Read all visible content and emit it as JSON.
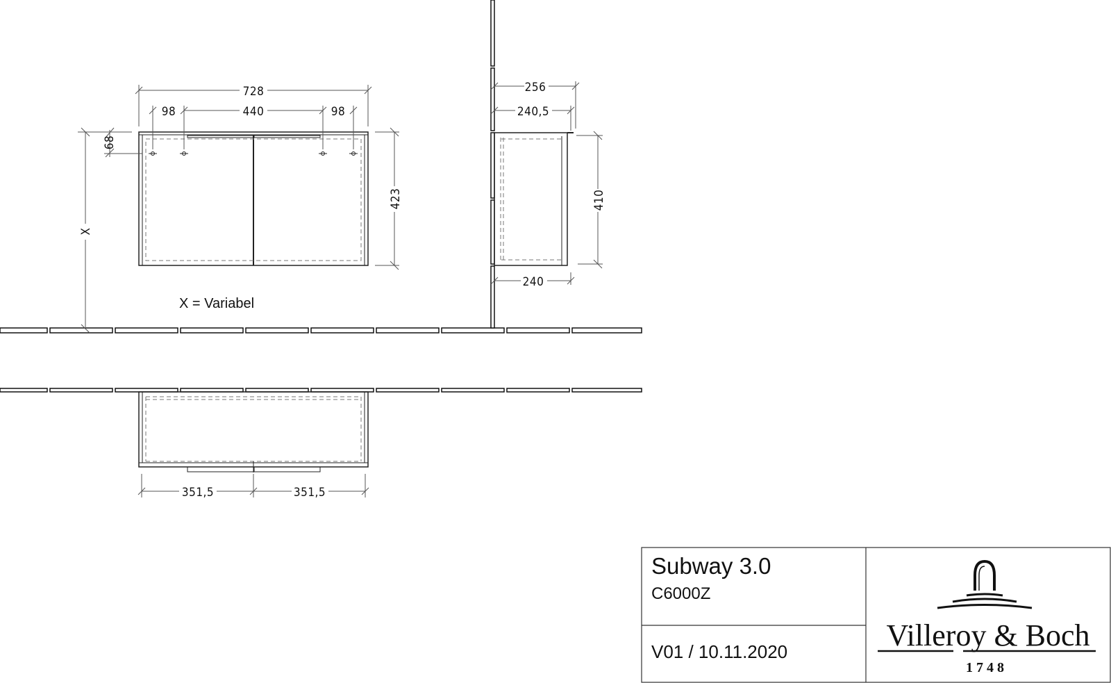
{
  "drawing": {
    "front_view": {
      "dim_overall_width": "728",
      "dim_hole_left": "98",
      "dim_hole_center": "440",
      "dim_hole_right": "98",
      "dim_hole_height": "68",
      "dim_overall_height": "423",
      "dim_mount_height": "X"
    },
    "side_view": {
      "dim_total_depth": "256",
      "dim_top_depth": "240,5",
      "dim_bottom_depth": "240",
      "dim_height": "410"
    },
    "top_view": {
      "dim_left_door": "351,5",
      "dim_right_door": "351,5"
    },
    "note": "X = Variabel"
  },
  "title_block": {
    "product_name": "Subway 3.0",
    "article_number": "C6000Z",
    "version_date": "V01 / 10.11.2020",
    "brand_name": "Villeroy & Boch",
    "brand_year": "1748"
  }
}
